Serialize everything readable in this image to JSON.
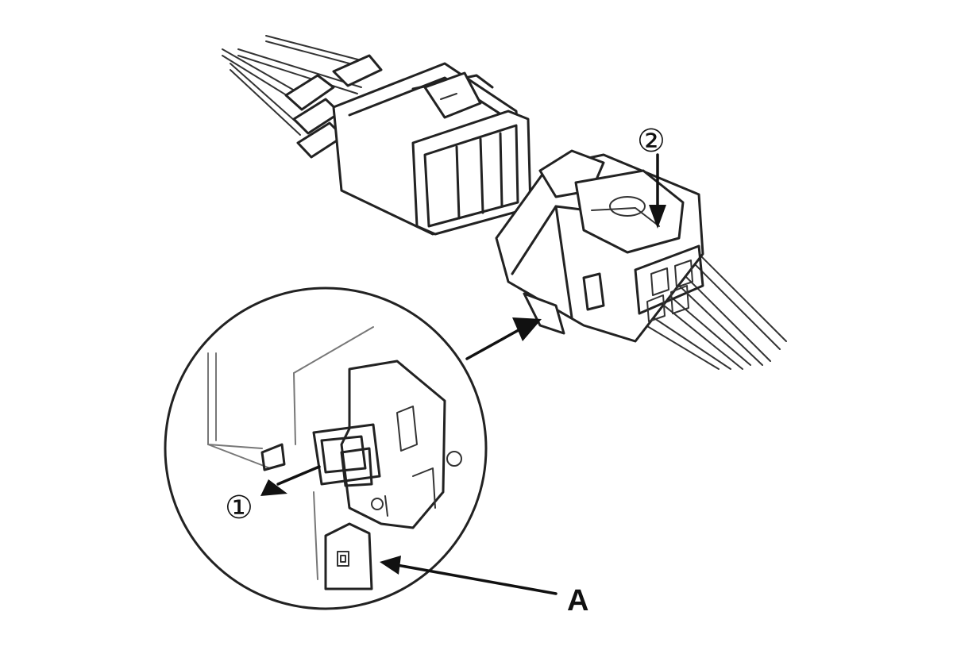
{
  "labels": {
    "step1": "①",
    "step2": "②",
    "partA": "A"
  }
}
